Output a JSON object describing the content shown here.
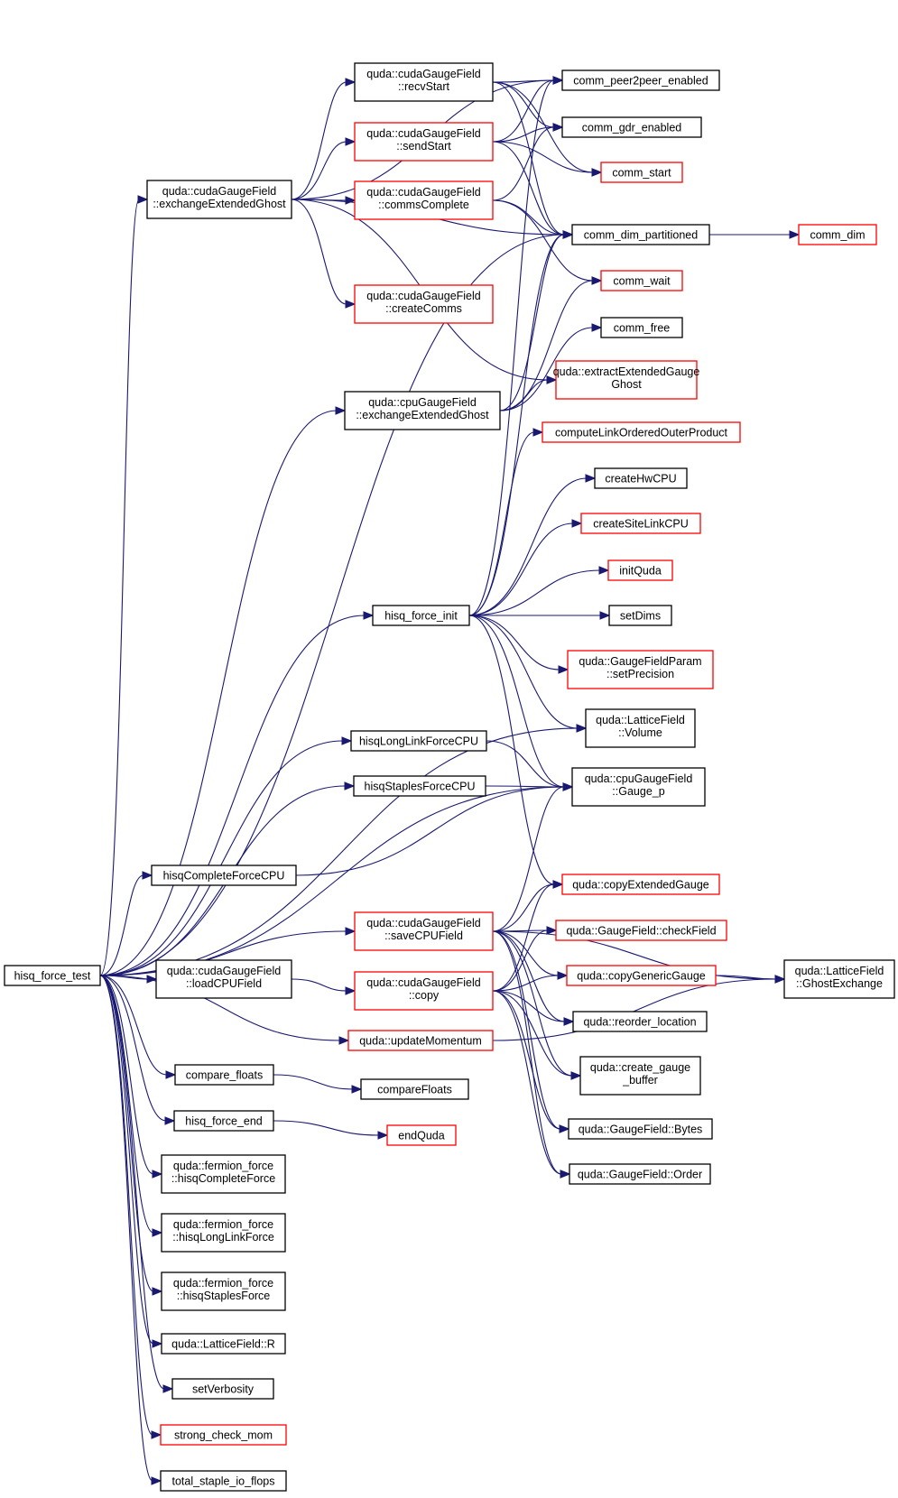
{
  "colors": {
    "edge": "#191970",
    "black_border": "#000000",
    "red_border": "#ff0000",
    "root_fill": "#bfbfbf"
  },
  "nodes": [
    {
      "id": "hft",
      "lines": [
        "hisq_force_test"
      ],
      "border": "black",
      "root": true
    },
    {
      "id": "ceeg",
      "lines": [
        "quda::cudaGaugeField",
        "::exchangeExtendedGhost"
      ],
      "border": "black"
    },
    {
      "id": "recv",
      "lines": [
        "quda::cudaGaugeField",
        "::recvStart"
      ],
      "border": "black"
    },
    {
      "id": "send",
      "lines": [
        "quda::cudaGaugeField",
        "::sendStart"
      ],
      "border": "red"
    },
    {
      "id": "comms",
      "lines": [
        "quda::cudaGaugeField",
        "::commsComplete"
      ],
      "border": "red"
    },
    {
      "id": "create",
      "lines": [
        "quda::cudaGaugeField",
        "::createComms"
      ],
      "border": "red"
    },
    {
      "id": "cpueeg",
      "lines": [
        "quda::cpuGaugeField",
        "::exchangeExtendedGhost"
      ],
      "border": "black"
    },
    {
      "id": "p2p",
      "lines": [
        "comm_peer2peer_enabled"
      ],
      "border": "black"
    },
    {
      "id": "gdr",
      "lines": [
        "comm_gdr_enabled"
      ],
      "border": "black"
    },
    {
      "id": "cstart",
      "lines": [
        "comm_start"
      ],
      "border": "red"
    },
    {
      "id": "cdp",
      "lines": [
        "comm_dim_partitioned"
      ],
      "border": "black"
    },
    {
      "id": "cdim",
      "lines": [
        "comm_dim"
      ],
      "border": "red"
    },
    {
      "id": "cwait",
      "lines": [
        "comm_wait"
      ],
      "border": "red"
    },
    {
      "id": "cfree",
      "lines": [
        "comm_free"
      ],
      "border": "black"
    },
    {
      "id": "extract",
      "lines": [
        "quda::extractExtendedGauge",
        "Ghost"
      ],
      "border": "red"
    },
    {
      "id": "clop",
      "lines": [
        "computeLinkOrderedOuterProduct"
      ],
      "border": "red"
    },
    {
      "id": "hwcpu",
      "lines": [
        "createHwCPU"
      ],
      "border": "black"
    },
    {
      "id": "sitelink",
      "lines": [
        "createSiteLinkCPU"
      ],
      "border": "red"
    },
    {
      "id": "initq",
      "lines": [
        "initQuda"
      ],
      "border": "red"
    },
    {
      "id": "setdims",
      "lines": [
        "setDims"
      ],
      "border": "black"
    },
    {
      "id": "hfi",
      "lines": [
        "hisq_force_init"
      ],
      "border": "black"
    },
    {
      "id": "setprec",
      "lines": [
        "quda::GaugeFieldParam",
        "::setPrecision"
      ],
      "border": "red"
    },
    {
      "id": "volume",
      "lines": [
        "quda::LatticeField",
        "::Volume"
      ],
      "border": "black"
    },
    {
      "id": "longcpu",
      "lines": [
        "hisqLongLinkForceCPU"
      ],
      "border": "black"
    },
    {
      "id": "staplescpu",
      "lines": [
        "hisqStaplesForceCPU"
      ],
      "border": "black"
    },
    {
      "id": "gaugep",
      "lines": [
        "quda::cpuGaugeField",
        "::Gauge_p"
      ],
      "border": "black"
    },
    {
      "id": "completecpu",
      "lines": [
        "hisqCompleteForceCPU"
      ],
      "border": "black"
    },
    {
      "id": "copyext",
      "lines": [
        "quda::copyExtendedGauge"
      ],
      "border": "red"
    },
    {
      "id": "savecpu",
      "lines": [
        "quda::cudaGaugeField",
        "::saveCPUField"
      ],
      "border": "red"
    },
    {
      "id": "checkf",
      "lines": [
        "quda::GaugeField::checkField"
      ],
      "border": "red"
    },
    {
      "id": "loadcpu",
      "lines": [
        "quda::cudaGaugeField",
        "::loadCPUField"
      ],
      "border": "black"
    },
    {
      "id": "copy",
      "lines": [
        "quda::cudaGaugeField",
        "::copy"
      ],
      "border": "red"
    },
    {
      "id": "copygen",
      "lines": [
        "quda::copyGenericGauge"
      ],
      "border": "red"
    },
    {
      "id": "ghostx",
      "lines": [
        "quda::LatticeField",
        "::GhostExchange"
      ],
      "border": "black"
    },
    {
      "id": "reorder",
      "lines": [
        "quda::reorder_location"
      ],
      "border": "black"
    },
    {
      "id": "updmom",
      "lines": [
        "quda::updateMomentum"
      ],
      "border": "red"
    },
    {
      "id": "cgbuf",
      "lines": [
        "quda::create_gauge",
        "_buffer"
      ],
      "border": "black"
    },
    {
      "id": "cmpf",
      "lines": [
        "compare_floats"
      ],
      "border": "black"
    },
    {
      "id": "cmpF",
      "lines": [
        "compareFloats"
      ],
      "border": "black"
    },
    {
      "id": "hfe",
      "lines": [
        "hisq_force_end"
      ],
      "border": "black"
    },
    {
      "id": "endq",
      "lines": [
        "endQuda"
      ],
      "border": "red"
    },
    {
      "id": "bytes",
      "lines": [
        "quda::GaugeField::Bytes"
      ],
      "border": "black"
    },
    {
      "id": "order",
      "lines": [
        "quda::GaugeField::Order"
      ],
      "border": "black"
    },
    {
      "id": "ffcomp",
      "lines": [
        "quda::fermion_force",
        "::hisqCompleteForce"
      ],
      "border": "black"
    },
    {
      "id": "fflong",
      "lines": [
        "quda::fermion_force",
        "::hisqLongLinkForce"
      ],
      "border": "black"
    },
    {
      "id": "ffstap",
      "lines": [
        "quda::fermion_force",
        "::hisqStaplesForce"
      ],
      "border": "black"
    },
    {
      "id": "lfr",
      "lines": [
        "quda::LatticeField::R"
      ],
      "border": "black"
    },
    {
      "id": "setverb",
      "lines": [
        "setVerbosity"
      ],
      "border": "black"
    },
    {
      "id": "scm",
      "lines": [
        "strong_check_mom"
      ],
      "border": "red"
    },
    {
      "id": "tsf",
      "lines": [
        "total_staple_io_flops"
      ],
      "border": "black"
    }
  ],
  "edges": [
    [
      "hft",
      "ceeg"
    ],
    [
      "hft",
      "cpueeg"
    ],
    [
      "hft",
      "cdp"
    ],
    [
      "hft",
      "hfi"
    ],
    [
      "hft",
      "volume"
    ],
    [
      "hft",
      "longcpu"
    ],
    [
      "hft",
      "staplescpu"
    ],
    [
      "hft",
      "gaugep"
    ],
    [
      "hft",
      "completecpu"
    ],
    [
      "hft",
      "savecpu"
    ],
    [
      "hft",
      "loadcpu"
    ],
    [
      "hft",
      "updmom"
    ],
    [
      "hft",
      "cmpf"
    ],
    [
      "hft",
      "hfe"
    ],
    [
      "hft",
      "ffcomp"
    ],
    [
      "hft",
      "fflong"
    ],
    [
      "hft",
      "ffstap"
    ],
    [
      "hft",
      "lfr"
    ],
    [
      "hft",
      "setverb"
    ],
    [
      "hft",
      "scm"
    ],
    [
      "hft",
      "tsf"
    ],
    [
      "ceeg",
      "recv"
    ],
    [
      "ceeg",
      "send"
    ],
    [
      "ceeg",
      "comms"
    ],
    [
      "ceeg",
      "create"
    ],
    [
      "ceeg",
      "p2p"
    ],
    [
      "ceeg",
      "cdp"
    ],
    [
      "ceeg",
      "extract"
    ],
    [
      "recv",
      "p2p"
    ],
    [
      "recv",
      "gdr"
    ],
    [
      "recv",
      "cstart"
    ],
    [
      "recv",
      "cdp"
    ],
    [
      "send",
      "p2p"
    ],
    [
      "send",
      "gdr"
    ],
    [
      "send",
      "cstart"
    ],
    [
      "send",
      "cdp"
    ],
    [
      "comms",
      "gdr"
    ],
    [
      "comms",
      "cdp"
    ],
    [
      "comms",
      "cwait"
    ],
    [
      "cdp",
      "cdim"
    ],
    [
      "cpueeg",
      "cdp"
    ],
    [
      "cpueeg",
      "cwait"
    ],
    [
      "cpueeg",
      "cfree"
    ],
    [
      "cpueeg",
      "extract"
    ],
    [
      "hfi",
      "p2p"
    ],
    [
      "hfi",
      "cdp"
    ],
    [
      "hfi",
      "clop"
    ],
    [
      "hfi",
      "hwcpu"
    ],
    [
      "hfi",
      "sitelink"
    ],
    [
      "hfi",
      "initq"
    ],
    [
      "hfi",
      "setdims"
    ],
    [
      "hfi",
      "setprec"
    ],
    [
      "hfi",
      "volume"
    ],
    [
      "hfi",
      "gaugep"
    ],
    [
      "hfi",
      "copyext"
    ],
    [
      "longcpu",
      "gaugep"
    ],
    [
      "staplescpu",
      "gaugep"
    ],
    [
      "completecpu",
      "gaugep"
    ],
    [
      "savecpu",
      "gaugep"
    ],
    [
      "savecpu",
      "copyext"
    ],
    [
      "savecpu",
      "checkf"
    ],
    [
      "savecpu",
      "copygen"
    ],
    [
      "savecpu",
      "reorder"
    ],
    [
      "savecpu",
      "cgbuf"
    ],
    [
      "savecpu",
      "bytes"
    ],
    [
      "savecpu",
      "order"
    ],
    [
      "savecpu",
      "ghostx"
    ],
    [
      "loadcpu",
      "copy"
    ],
    [
      "copy",
      "copyext"
    ],
    [
      "copy",
      "checkf"
    ],
    [
      "copy",
      "copygen"
    ],
    [
      "copy",
      "reorder"
    ],
    [
      "copy",
      "cgbuf"
    ],
    [
      "copy",
      "bytes"
    ],
    [
      "copy",
      "order"
    ],
    [
      "copygen",
      "ghostx"
    ],
    [
      "updmom",
      "ghostx"
    ],
    [
      "cmpf",
      "cmpF"
    ],
    [
      "hfe",
      "endq"
    ]
  ]
}
